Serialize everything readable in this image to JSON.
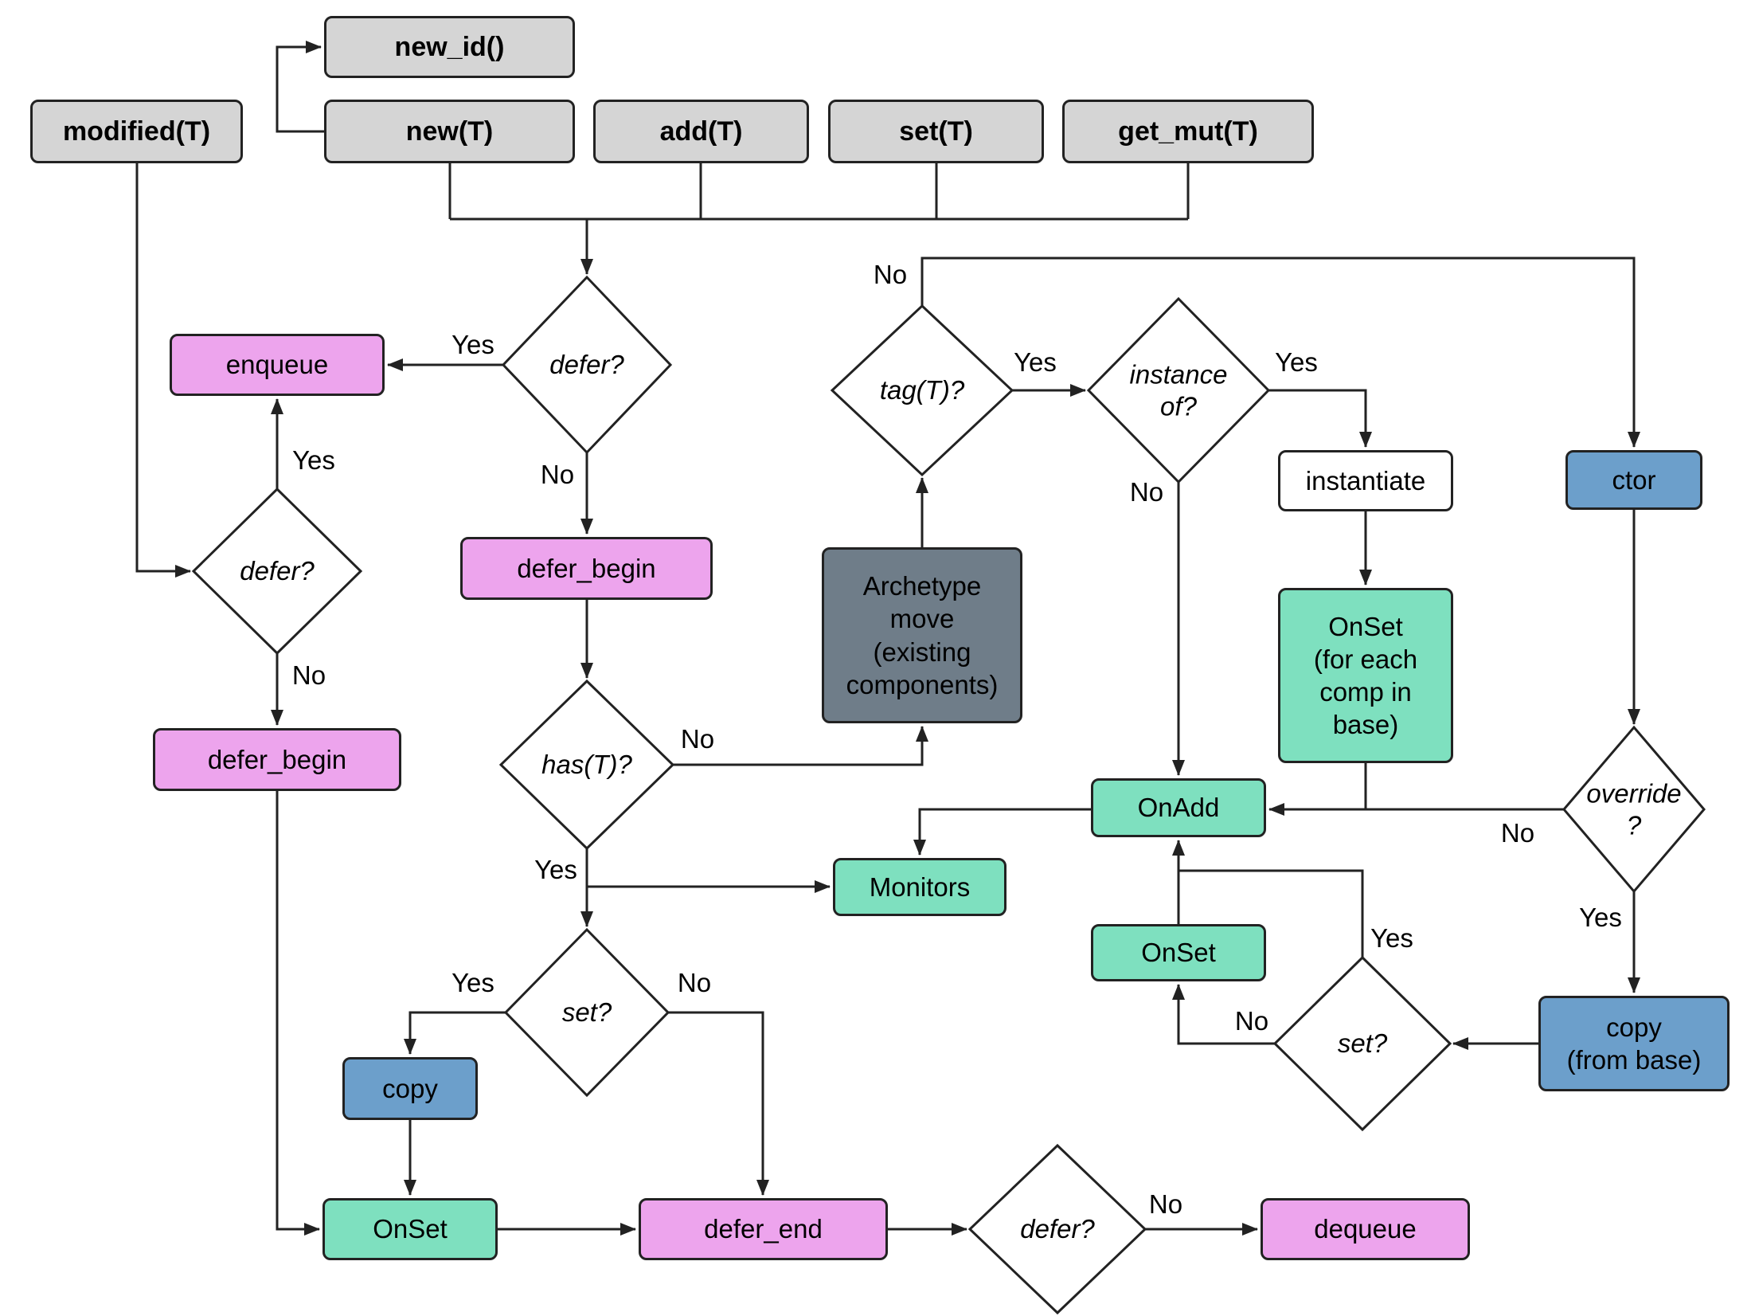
{
  "diagram": {
    "nodes": {
      "modified": "modified(T)",
      "new_id": "new_id()",
      "new": "new(T)",
      "add": "add(T)",
      "set": "set(T)",
      "get_mut": "get_mut(T)",
      "enqueue": "enqueue",
      "defer_begin_left": "defer_begin",
      "defer_begin_center": "defer_begin",
      "defer_end": "defer_end",
      "dequeue": "dequeue",
      "archetype_move": "Archetype\nmove\n(existing\ncomponents)",
      "instantiate": "instantiate",
      "onset_for_each": "OnSet\n(for each\ncomp in\nbase)",
      "onadd": "OnAdd",
      "monitors": "Monitors",
      "onset_right": "OnSet",
      "onset_bottom": "OnSet",
      "ctor": "ctor",
      "copy": "copy",
      "copy_from_base": "copy\n(from base)"
    },
    "decisions": {
      "defer_top": "defer?",
      "defer_left": "defer?",
      "tag": "tag(T)?",
      "instance_of": "instance\nof?",
      "has": "has(T)?",
      "override": "override\n?",
      "set_bottom": "set?",
      "set_right": "set?",
      "defer_bottom": "defer?"
    },
    "edge_labels": {
      "defer_top_yes": "Yes",
      "defer_top_no": "No",
      "defer_left_yes": "Yes",
      "defer_left_no": "No",
      "tag_yes": "Yes",
      "tag_no": "No",
      "instance_yes": "Yes",
      "instance_no": "No",
      "has_yes": "Yes",
      "has_no": "No",
      "override_yes": "Yes",
      "override_no": "No",
      "set_right_yes": "Yes",
      "set_right_no": "No",
      "set_bottom_yes": "Yes",
      "set_bottom_no": "No",
      "defer_bottom_no": "No"
    },
    "colors": {
      "api_box": "#d5d5d5",
      "defer_box": "#eda4ed",
      "hook_box": "#7ee0bf",
      "copy_box": "#6c9fcb",
      "archetype_box": "#6f7d89",
      "plain_box": "#ffffff",
      "line": "#222222"
    }
  }
}
